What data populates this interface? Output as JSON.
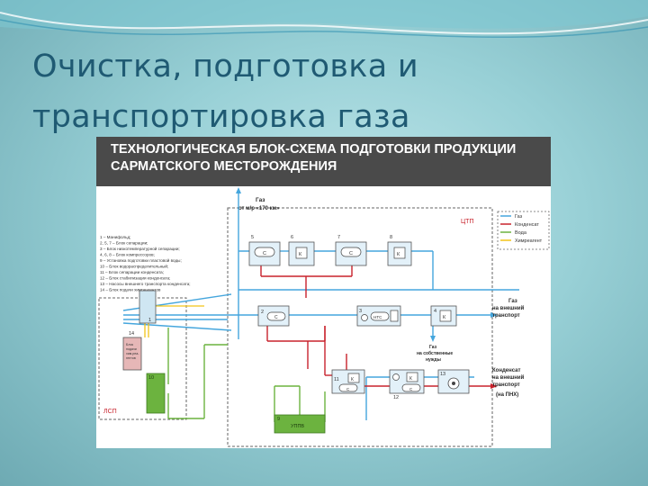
{
  "slide": {
    "title": "Очистка, подготовка и транспортировка газа"
  },
  "figure": {
    "header": {
      "line1": "ТЕХНОЛОГИЧЕСКАЯ БЛОК-СХЕМА ПОДГОТОВКИ ПРОДУКЦИИ",
      "line2": "САРМАТСКОГО МЕСТОРОЖДЕНИЯ"
    },
    "inlet": {
      "line1": "Газ",
      "line2": "от м/р «170 км»"
    },
    "zones": {
      "ctp": "ЦТП",
      "lsp": "ЛСП"
    },
    "legend_items": [
      {
        "label": "Газ",
        "color": "#45a6dd"
      },
      {
        "label": "Конденсат",
        "color": "#c8222c"
      },
      {
        "label": "Вода",
        "color": "#6cb33f"
      },
      {
        "label": "Химреагент",
        "color": "#f2c318"
      }
    ],
    "key_items": [
      "1 –          Манифольд;",
      "2, 5, 7 – Блок сепарации;",
      "3 –          Блок низкотемпературной сепарации;",
      "4, 6, 8 – Блок компрессоров;",
      "9 –          Установка подготовки пластовой воды;",
      "10 –        Блок водораспределительный;",
      "11 –        Блок сепарации конденсата;",
      "12 –        Блок стабилизации конденсата;",
      "13 –        Насосы внешнего транспорта конденсата;",
      "14 –        Блок подачи химреагентов"
    ],
    "blocks": {
      "b1": "1",
      "b2": "2",
      "b3": "3",
      "b4": "4",
      "b5": "5",
      "b6": "6",
      "b7": "7",
      "b8": "8",
      "b9": "9",
      "b10": "10",
      "b11": "11",
      "b12": "12",
      "b13": "13",
      "b14": "14"
    },
    "inner": {
      "sep_c": "С",
      "comp_k": "К",
      "nts": "НТС",
      "uppv": "УППВ",
      "b14_text": [
        "Блок",
        "подачи",
        "хим.реа-",
        "гентов"
      ]
    },
    "outputs": {
      "gas_line1": "Газ",
      "gas_line2": "на внешний",
      "gas_line3": "транспорт",
      "own_line1": "Газ",
      "own_line2": "на собственные",
      "own_line3": "нужды",
      "cond_line1": "Конденсат",
      "cond_line2": "на внешний",
      "cond_line3": "транспорт",
      "cond_line4": "(на ПНХ)"
    }
  }
}
